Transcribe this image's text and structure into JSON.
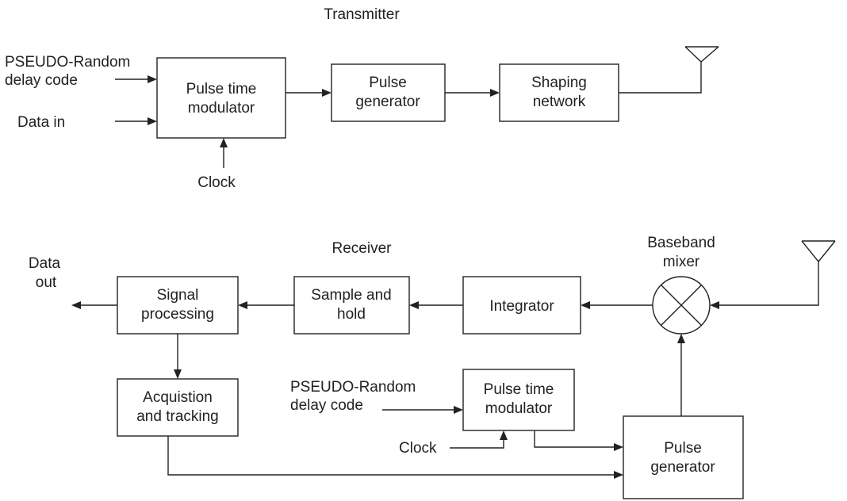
{
  "transmitter": {
    "title": "Transmitter",
    "inputs": {
      "code_line1": "PSEUDO-Random",
      "code_line2": "delay code",
      "data": "Data in",
      "clock": "Clock"
    },
    "blocks": {
      "modulator": [
        "Pulse time",
        "modulator"
      ],
      "generator": [
        "Pulse",
        "generator"
      ],
      "shaping": [
        "Shaping",
        "network"
      ]
    }
  },
  "receiver": {
    "title": "Receiver",
    "output": [
      "Data",
      "out"
    ],
    "mixer_label": [
      "Baseband",
      "mixer"
    ],
    "blocks": {
      "signal": [
        "Signal",
        "processing"
      ],
      "sample": [
        "Sample and",
        "hold"
      ],
      "integrator": [
        "Integrator"
      ],
      "acq": [
        "Acquistion",
        "and tracking"
      ],
      "modulator": [
        "Pulse time",
        "modulator"
      ],
      "generator": [
        "Pulse",
        "generator"
      ]
    },
    "inputs": {
      "code_line1": "PSEUDO-Random",
      "code_line2": "delay code",
      "clock": "Clock"
    }
  }
}
